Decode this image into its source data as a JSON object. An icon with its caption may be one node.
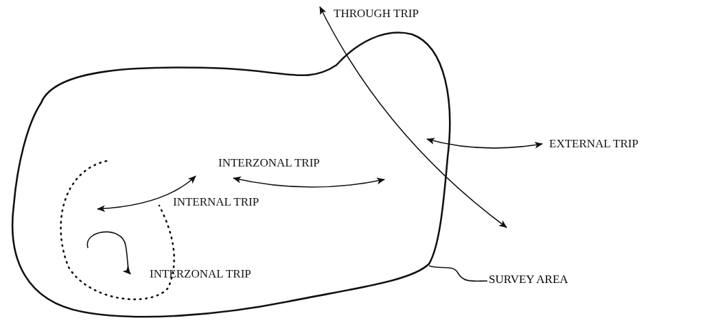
{
  "diagram": {
    "nodes": [
      {
        "text": [],
        "shape": "cloud"
      },
      {
        "text": [],
        "shape": "circle",
        "in": 0
      },
      {
        "text": [
          "SURVEY AREA"
        ]
      }
    ],
    "edges": [
      {
        "from": 2,
        "to": 0,
        "arrow": "none"
      }
    ],
    "labels": [
      "THROUGH TRIP",
      "INTERZONAL TRIP",
      "EXTERNAL TRIP",
      "INTERNAL TRIP",
      "INTERZONAL TRIP"
    ]
  }
}
